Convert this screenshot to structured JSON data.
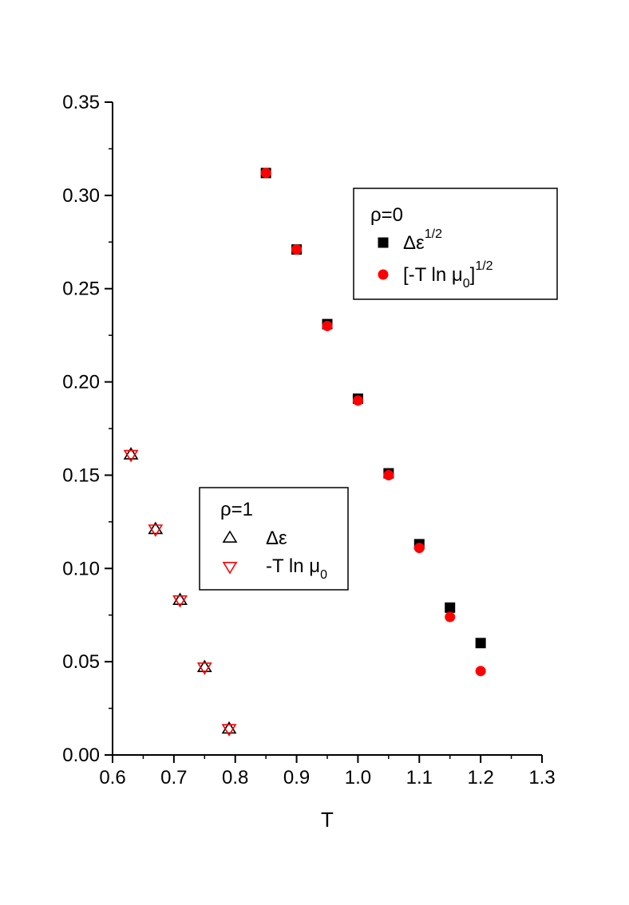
{
  "chart_data": {
    "type": "scatter",
    "title": "",
    "xlabel": "T",
    "ylabel": "",
    "xlim": [
      0.6,
      1.3
    ],
    "ylim": [
      0.0,
      0.35
    ],
    "xticks": [
      "0.6",
      "0.7",
      "0.8",
      "0.9",
      "1.0",
      "1.1",
      "1.2",
      "1.3"
    ],
    "yticks": [
      "0.00",
      "0.05",
      "0.10",
      "0.15",
      "0.20",
      "0.25",
      "0.30",
      "0.35"
    ],
    "grid": false,
    "series": [
      {
        "name": "Δε^1/2",
        "marker": "square-filled",
        "color": "#000000",
        "points": [
          [
            0.85,
            0.312
          ],
          [
            0.9,
            0.271
          ],
          [
            0.95,
            0.231
          ],
          [
            1.0,
            0.191
          ],
          [
            1.05,
            0.151
          ],
          [
            1.1,
            0.113
          ],
          [
            1.15,
            0.079
          ],
          [
            1.2,
            0.06
          ]
        ]
      },
      {
        "name": "[-T ln μ0]^1/2",
        "marker": "circle-filled",
        "color": "#ff0000",
        "points": [
          [
            0.85,
            0.312
          ],
          [
            0.9,
            0.271
          ],
          [
            0.95,
            0.23
          ],
          [
            1.0,
            0.19
          ],
          [
            1.05,
            0.15
          ],
          [
            1.1,
            0.111
          ],
          [
            1.15,
            0.074
          ],
          [
            1.2,
            0.045
          ]
        ]
      },
      {
        "name": "Δε",
        "marker": "triangle-up-open",
        "color": "#000000",
        "points": [
          [
            0.63,
            0.161
          ],
          [
            0.67,
            0.121
          ],
          [
            0.71,
            0.083
          ],
          [
            0.75,
            0.047
          ],
          [
            0.79,
            0.014
          ]
        ]
      },
      {
        "name": "-T ln μ0",
        "marker": "triangle-down-open",
        "color": "#ff0000",
        "points": [
          [
            0.63,
            0.161
          ],
          [
            0.67,
            0.121
          ],
          [
            0.71,
            0.083
          ],
          [
            0.75,
            0.047
          ],
          [
            0.79,
            0.014
          ]
        ]
      }
    ],
    "legends": [
      {
        "placement": "top-right",
        "heading": "ρ=0",
        "entries": [
          {
            "marker": "square-filled",
            "color": "#000000",
            "label_main": "Δε",
            "label_sup": "1/2",
            "label_sub": "",
            "label_tail": ""
          },
          {
            "marker": "circle-filled",
            "color": "#ff0000",
            "label_main": "[-T ln μ",
            "label_sub": "0",
            "label_tail": "]",
            "label_sup": "1/2"
          }
        ]
      },
      {
        "placement": "center-left",
        "heading": "ρ=1",
        "entries": [
          {
            "marker": "triangle-up-open",
            "color": "#000000",
            "label_main": "Δε",
            "label_sub": "",
            "label_tail": "",
            "label_sup": ""
          },
          {
            "marker": "triangle-down-open",
            "color": "#ff0000",
            "label_main": "-T ln μ",
            "label_sub": "0",
            "label_tail": "",
            "label_sup": ""
          }
        ]
      }
    ]
  }
}
